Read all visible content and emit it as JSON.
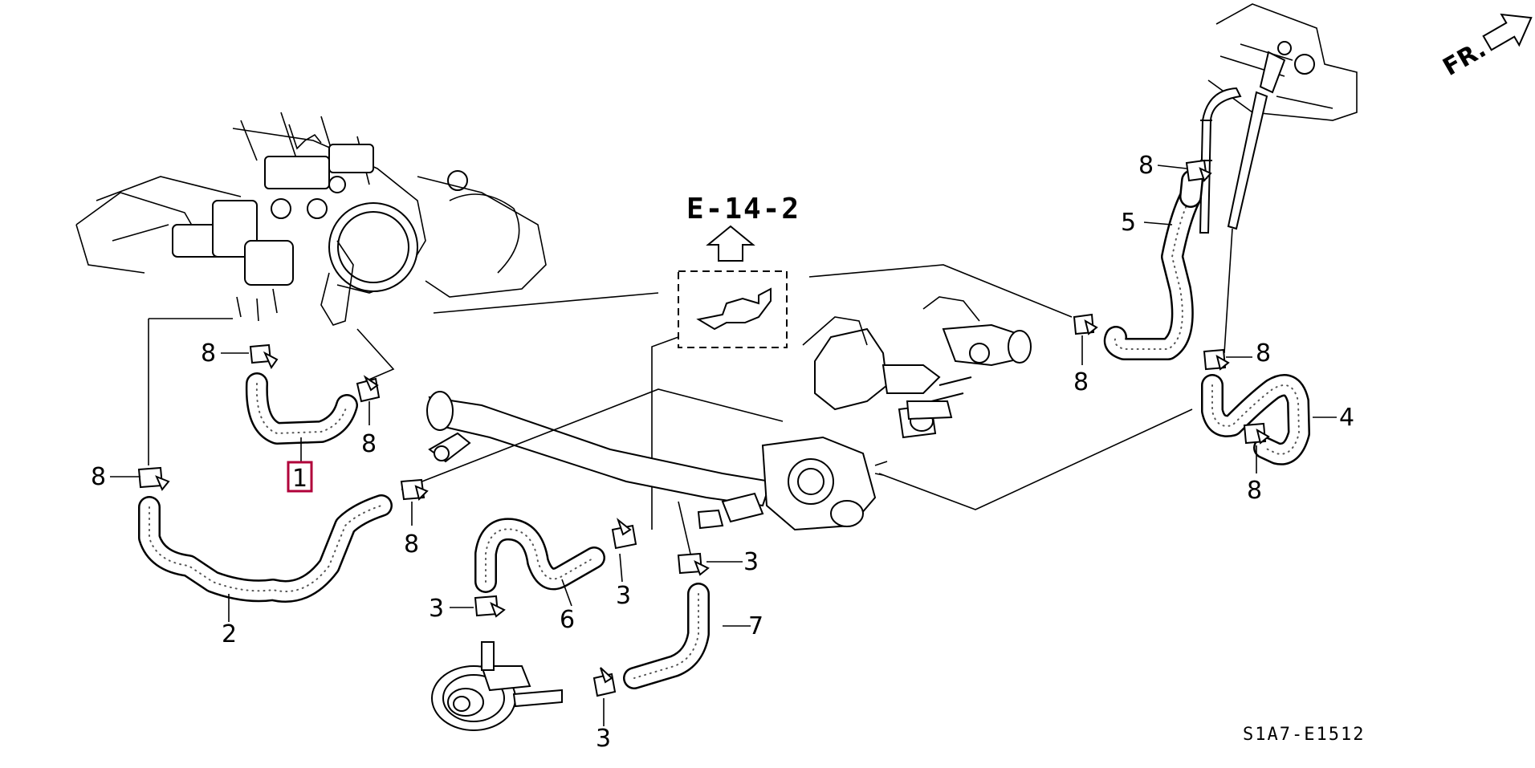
{
  "reference_label": "E-14-2",
  "front_indicator": "FR.",
  "diagram_code": "S1A7-E1512",
  "highlighted_part": "1",
  "highlight_color": "#b0003a",
  "callouts": {
    "part_2": "2",
    "part_3_a": "3",
    "part_3_b": "3",
    "part_3_c": "3",
    "part_3_d": "3",
    "part_4": "4",
    "part_5": "5",
    "part_6": "6",
    "part_7": "7",
    "part_8_a": "8",
    "part_8_b": "8",
    "part_8_c": "8",
    "part_8_d": "8",
    "part_8_e": "8",
    "part_8_f": "8",
    "part_8_g": "8",
    "part_8_h": "8"
  }
}
